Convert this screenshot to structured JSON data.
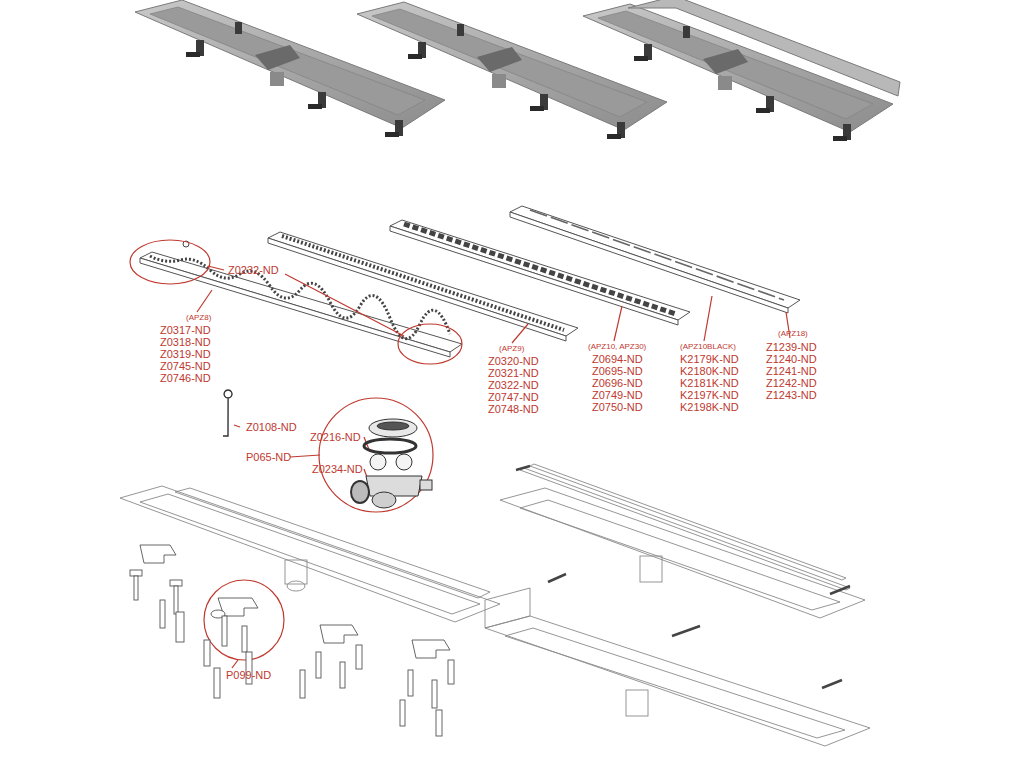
{
  "diagram": {
    "labels": [
      "Z0232-ND",
      "(APZ8)",
      "Z0317-ND",
      "Z0318-ND",
      "Z0319-ND",
      "Z0745-ND",
      "Z0746-ND",
      "(APZ9)",
      "Z0320-ND",
      "Z0321-ND",
      "Z0322-ND",
      "Z0747-ND",
      "Z0748-ND",
      "(APZ10, APZ30)",
      "Z0694-ND",
      "Z0695-ND",
      "Z0696-ND",
      "Z0749-ND",
      "Z0750-ND",
      "(APZ10BLACK)",
      "K2179K-ND",
      "K2180K-ND",
      "K2181K-ND",
      "K2197K-ND",
      "K2198K-ND",
      "(APZ18)",
      "Z1239-ND",
      "Z1240-ND",
      "Z1241-ND",
      "Z1242-ND",
      "Z1243-ND",
      "Z0108-ND",
      "Z0216-ND",
      "P065-ND",
      "Z0234-ND",
      "P099-ND"
    ]
  }
}
